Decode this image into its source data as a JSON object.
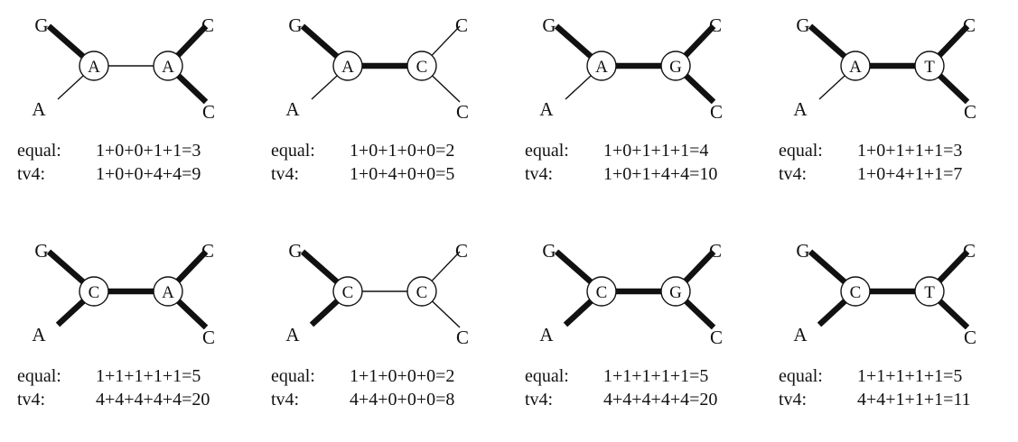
{
  "panels": [
    {
      "leaves": [
        "G",
        "A",
        "C",
        "C"
      ],
      "nodes": [
        "A",
        "A"
      ],
      "thick_edges": [
        1,
        0,
        0,
        1,
        1
      ],
      "equal_label": "equal:",
      "equal_expr": "1+0+0+1+1=3",
      "tv4_label": "tv4:",
      "tv4_expr": "1+0+0+4+4=9"
    },
    {
      "leaves": [
        "G",
        "A",
        "C",
        "C"
      ],
      "nodes": [
        "A",
        "C"
      ],
      "thick_edges": [
        1,
        0,
        1,
        0,
        0
      ],
      "equal_label": "equal:",
      "equal_expr": "1+0+1+0+0=2",
      "tv4_label": "tv4:",
      "tv4_expr": "1+0+4+0+0=5"
    },
    {
      "leaves": [
        "G",
        "A",
        "C",
        "C"
      ],
      "nodes": [
        "A",
        "G"
      ],
      "thick_edges": [
        1,
        0,
        1,
        1,
        1
      ],
      "equal_label": "equal:",
      "equal_expr": "1+0+1+1+1=4",
      "tv4_label": "tv4:",
      "tv4_expr": "1+0+1+4+4=10"
    },
    {
      "leaves": [
        "G",
        "A",
        "C",
        "C"
      ],
      "nodes": [
        "A",
        "T"
      ],
      "thick_edges": [
        1,
        0,
        1,
        1,
        1
      ],
      "equal_label": "equal:",
      "equal_expr": "1+0+1+1+1=3",
      "tv4_label": "tv4:",
      "tv4_expr": "1+0+4+1+1=7"
    },
    {
      "leaves": [
        "G",
        "A",
        "C",
        "C"
      ],
      "nodes": [
        "C",
        "A"
      ],
      "thick_edges": [
        1,
        1,
        1,
        1,
        1
      ],
      "equal_label": "equal:",
      "equal_expr": "1+1+1+1+1=5",
      "tv4_label": "tv4:",
      "tv4_expr": "4+4+4+4+4=20"
    },
    {
      "leaves": [
        "G",
        "A",
        "C",
        "C"
      ],
      "nodes": [
        "C",
        "C"
      ],
      "thick_edges": [
        1,
        1,
        0,
        0,
        0
      ],
      "equal_label": "equal:",
      "equal_expr": "1+1+0+0+0=2",
      "tv4_label": "tv4:",
      "tv4_expr": "4+4+0+0+0=8"
    },
    {
      "leaves": [
        "G",
        "A",
        "C",
        "C"
      ],
      "nodes": [
        "C",
        "G"
      ],
      "thick_edges": [
        1,
        1,
        1,
        1,
        1
      ],
      "equal_label": "equal:",
      "equal_expr": "1+1+1+1+1=5",
      "tv4_label": "tv4:",
      "tv4_expr": "4+4+4+4+4=20"
    },
    {
      "leaves": [
        "G",
        "A",
        "C",
        "C"
      ],
      "nodes": [
        "C",
        "T"
      ],
      "thick_edges": [
        1,
        1,
        1,
        1,
        1
      ],
      "equal_label": "equal:",
      "equal_expr": "1+1+1+1+1=5",
      "tv4_label": "tv4:",
      "tv4_expr": "4+4+1+1+1=11"
    }
  ],
  "colors": {
    "ink": "#111111",
    "background": "#ffffff"
  }
}
